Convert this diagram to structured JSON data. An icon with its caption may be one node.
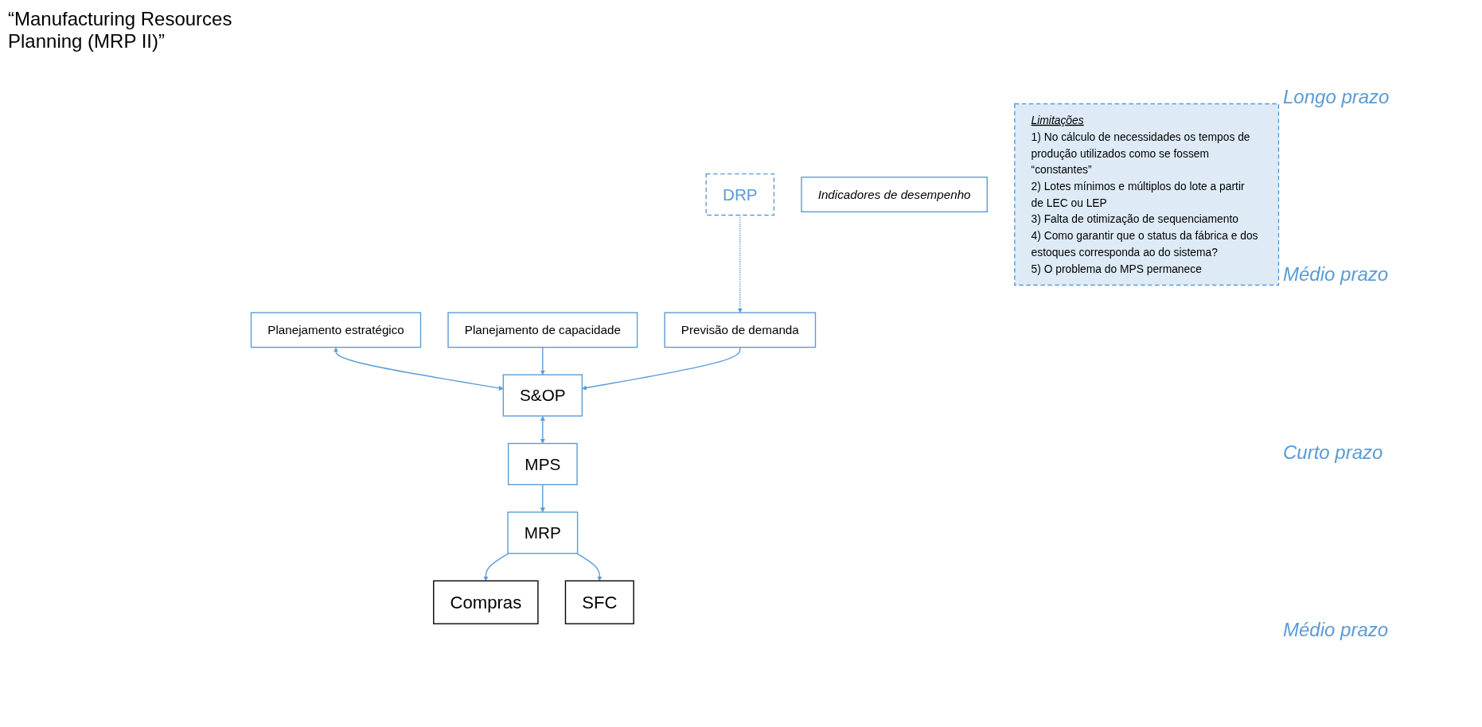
{
  "diagram": {
    "nodes": [
      {
        "text": [
          "Planejamento estratégico"
        ]
      },
      {
        "text": [
          "Planejamento de capacidade"
        ]
      },
      {
        "text": [
          "S&OP"
        ]
      },
      {
        "text": [
          "Previsão de demanda"
        ]
      },
      {
        "text": [
          "DRP"
        ]
      },
      {
        "text": [
          "MPS"
        ]
      },
      {
        "text": [
          "MRP"
        ]
      },
      {
        "text": [
          "Compras"
        ]
      },
      {
        "text": [
          "SFC"
        ]
      },
      {
        "text": [
          "Indicadores de desempenho"
        ]
      },
      {
        "text": [
          "Limitações",
          "1) No cálculo de necessidades os tempos de produção utilizados como se fossem “constantes”",
          "2) Lotes mínimos e múltiplos do lote a partir de LEC ou LEP",
          "3) Falta de otimização de sequenciamento",
          "4) Como garantir que o status da fábrica e dos estoques corresponda ao do sistema?",
          "5) O problema do MPS permanece"
        ]
      }
    ],
    "edges": [
      {
        "from": 0,
        "to": 2,
        "arrow": "both"
      },
      {
        "from": 1,
        "to": 2,
        "arrow": "to"
      },
      {
        "from": 3,
        "to": 2,
        "arrow": "to"
      },
      {
        "from": 4,
        "to": 3,
        "arrow": "to",
        "style": "dashed"
      },
      {
        "from": 2,
        "to": 5,
        "arrow": "both"
      },
      {
        "from": 5,
        "to": 6,
        "arrow": "to"
      },
      {
        "from": 6,
        "to": 7,
        "arrow": "to"
      },
      {
        "from": 6,
        "to": 8,
        "arrow": "to"
      }
    ],
    "labels": [
      "“Manufacturing Resources Planning (MRP II)”",
      "Longo prazo",
      "Médio prazo",
      "Curto prazo",
      "Médio prazo"
    ]
  }
}
